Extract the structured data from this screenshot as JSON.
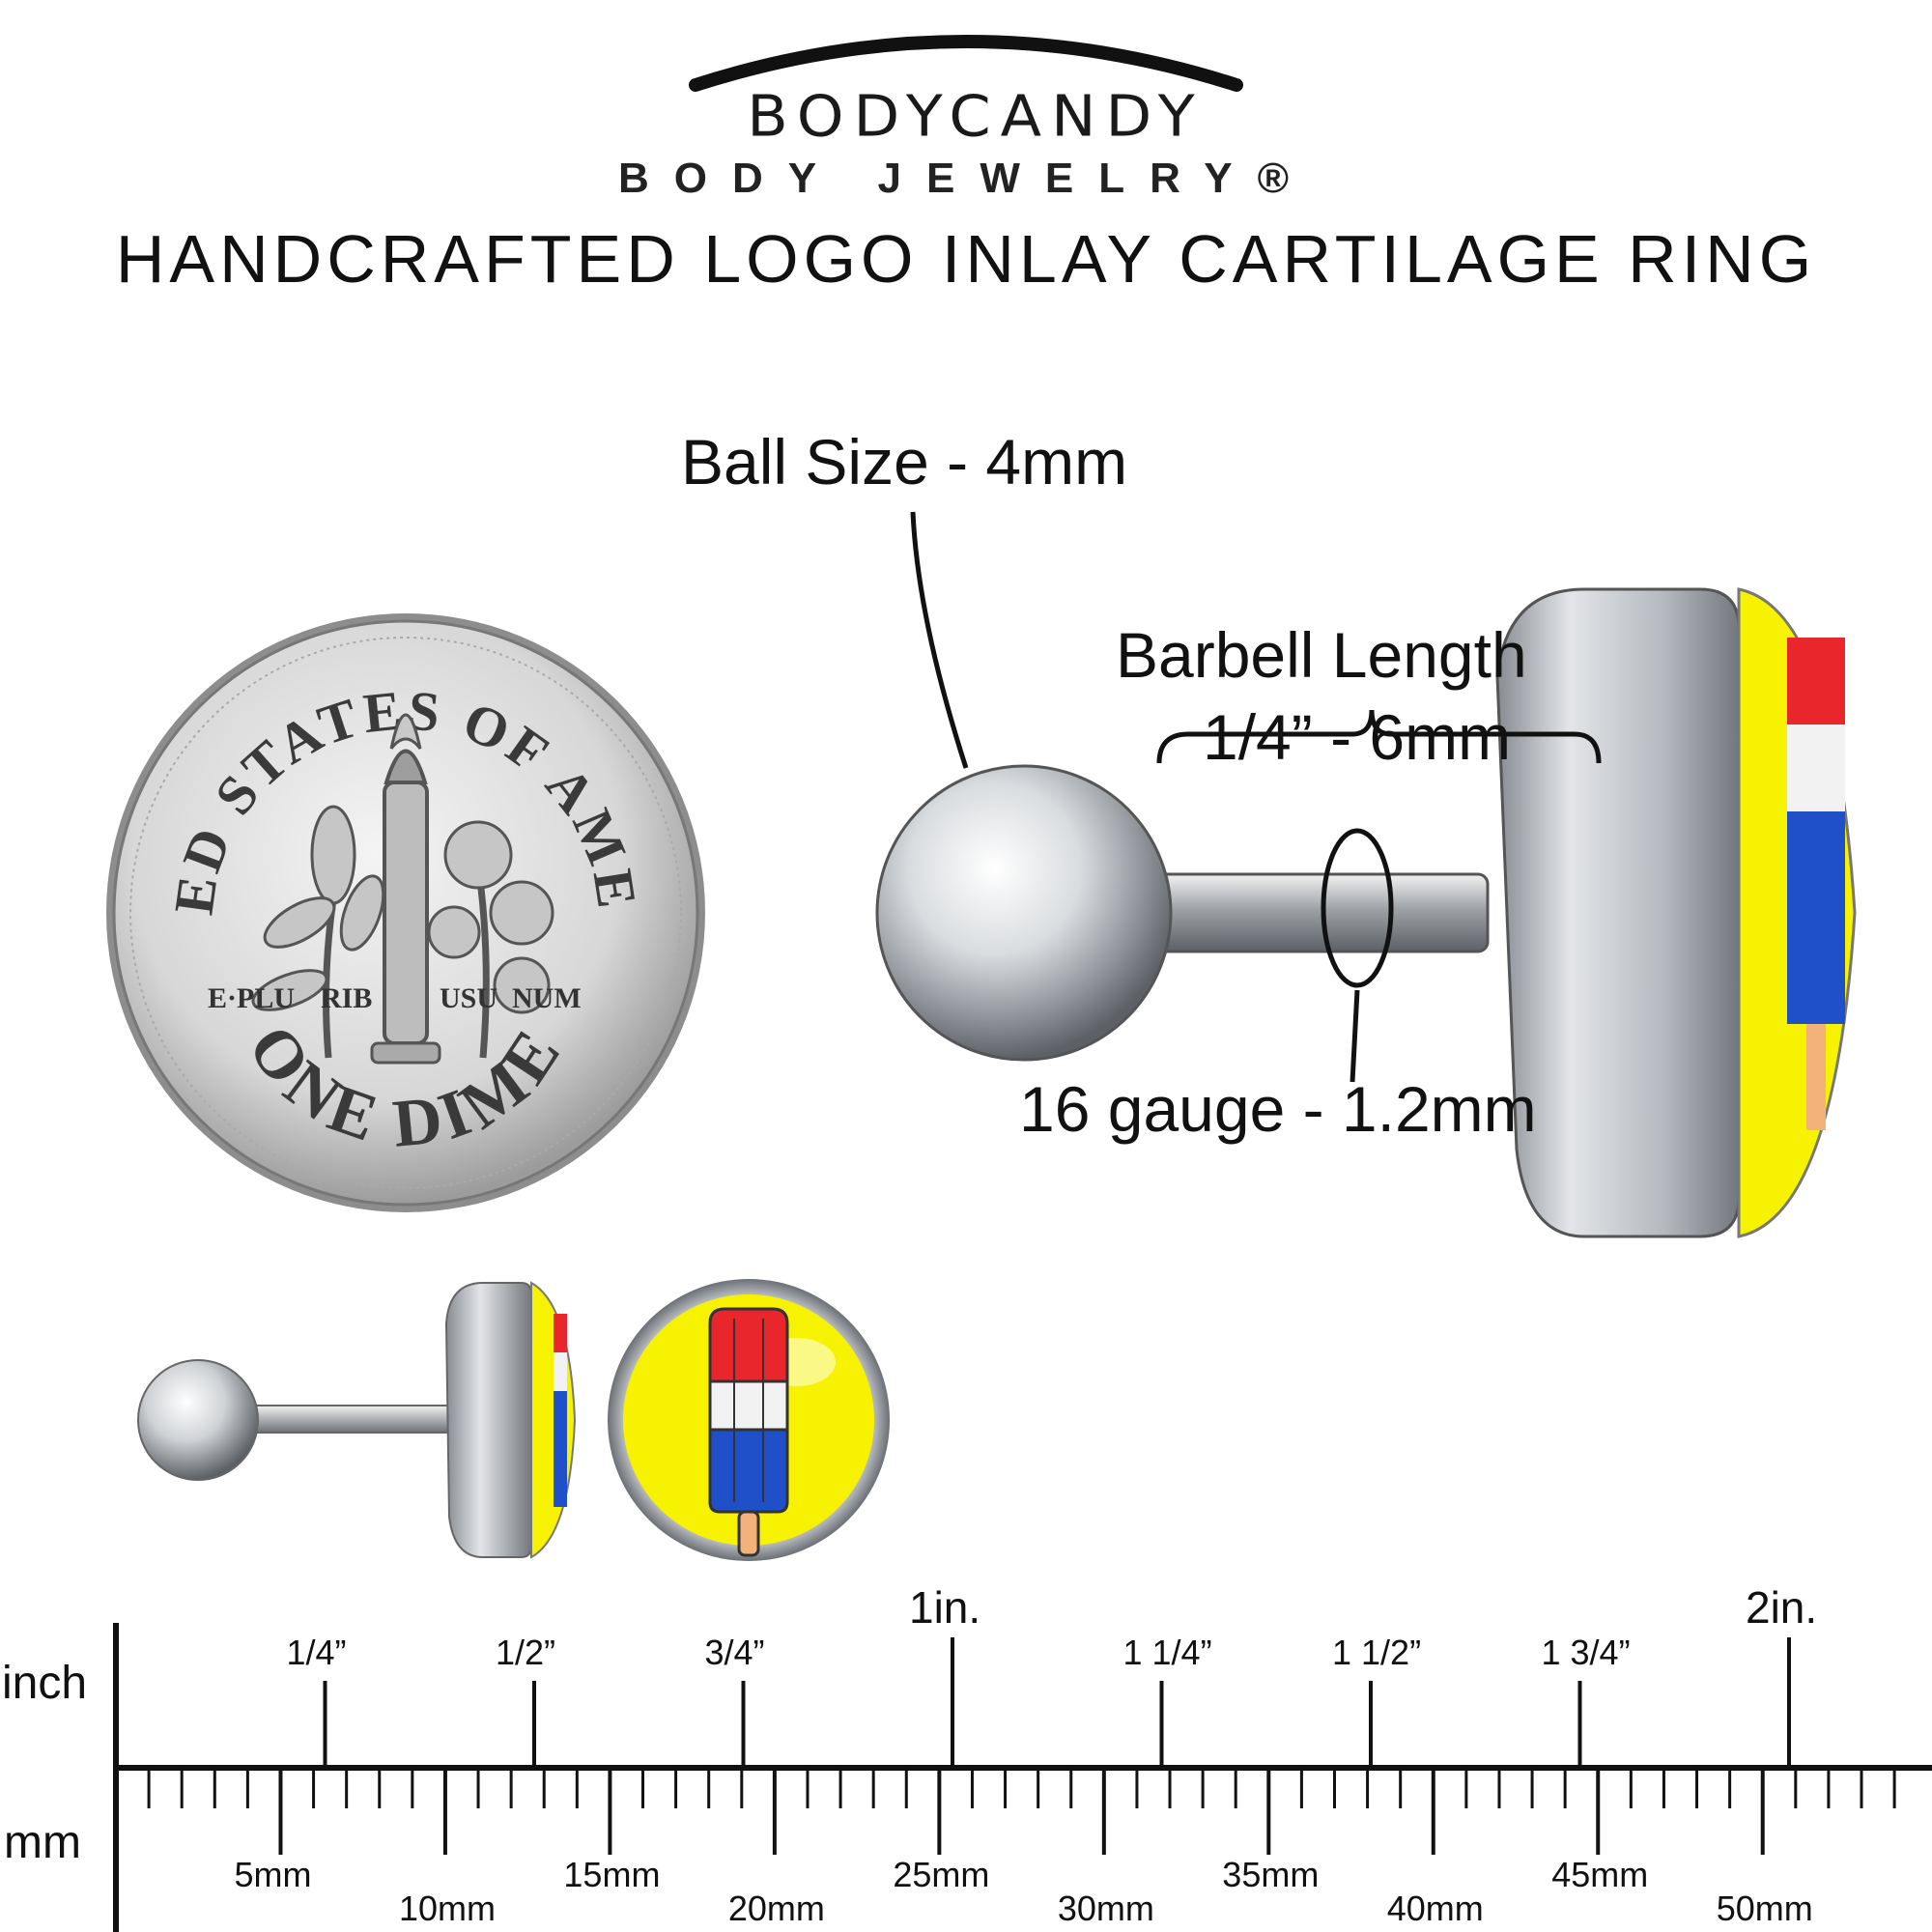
{
  "brand": {
    "wordmark": "BODYCANDY",
    "subtitle": "BODY JEWELRY®"
  },
  "title": "HANDCRAFTED LOGO INLAY CARTILAGE RING",
  "callouts": {
    "ball_size": "Ball Size - 4mm",
    "barbell_length_line1": "Barbell Length",
    "barbell_length_line2": "1/4” - 6mm",
    "gauge": "16 gauge - 1.2mm"
  },
  "coin": {
    "top_text": "UNITED STATES OF AMERICA",
    "motto": [
      "E·PLU",
      "RIB",
      "USU",
      "NUM"
    ],
    "bottom_text": "ONE DIME"
  },
  "ruler": {
    "inch_label": "inch",
    "mm_label": "mm",
    "inch_marks": [
      {
        "label": "1/4”",
        "big": false
      },
      {
        "label": "1/2”",
        "big": false
      },
      {
        "label": "3/4”",
        "big": false
      },
      {
        "label": "1in.",
        "big": true
      },
      {
        "label": "1 1/4”",
        "big": false
      },
      {
        "label": "1 1/2”",
        "big": false
      },
      {
        "label": "1 3/4”",
        "big": false
      },
      {
        "label": "2in.",
        "big": true
      }
    ],
    "mm_marks": [
      "5mm",
      "10mm",
      "15mm",
      "20mm",
      "25mm",
      "30mm",
      "35mm",
      "40mm",
      "45mm",
      "50mm"
    ]
  },
  "colors": {
    "inlay_yellow": "#f6f200",
    "popsicle_red": "#e8262b",
    "popsicle_blue": "#1f4fc9",
    "stick": "#f2b27a",
    "steel": "#b8bcc2"
  }
}
